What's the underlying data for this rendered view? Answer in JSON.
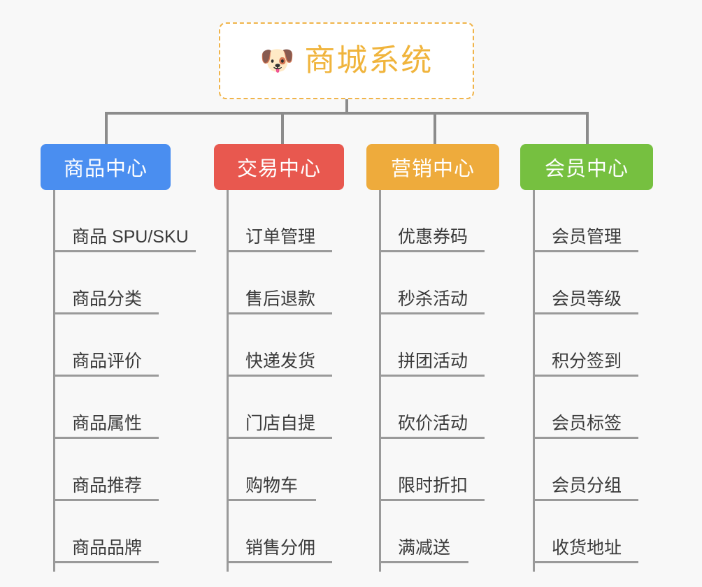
{
  "background_color": "#f8f8f8",
  "root": {
    "icon": "dog-face-icon",
    "icon_glyph": "🐶",
    "title": "商城系统",
    "text_color": "#f0b43c",
    "border_color": "#f0b44a"
  },
  "branches": [
    {
      "title": "商品中心",
      "color": "#4a8ef0",
      "items": [
        "商品 SPU/SKU",
        "商品分类",
        "商品评价",
        "商品属性",
        "商品推荐",
        "商品品牌"
      ]
    },
    {
      "title": "交易中心",
      "color": "#e8584f",
      "items": [
        "订单管理",
        "售后退款",
        "快递发货",
        "门店自提",
        "购物车",
        "销售分佣"
      ]
    },
    {
      "title": "营销中心",
      "color": "#eeab3c",
      "items": [
        "优惠券码",
        "秒杀活动",
        "拼团活动",
        "砍价活动",
        "限时折扣",
        "满减送"
      ]
    },
    {
      "title": "会员中心",
      "color": "#76c040",
      "items": [
        "会员管理",
        "会员等级",
        "积分签到",
        "会员标签",
        "会员分组",
        "收货地址"
      ]
    }
  ],
  "layout": {
    "connector_color": "#8c8c8c",
    "spine_color": "#9a9a9a",
    "branch_left_positions": [
      58,
      306,
      524,
      744
    ],
    "branch_widths": [
      186,
      186,
      190,
      190
    ],
    "drop_left_positions": [
      150,
      402,
      620,
      838
    ]
  }
}
